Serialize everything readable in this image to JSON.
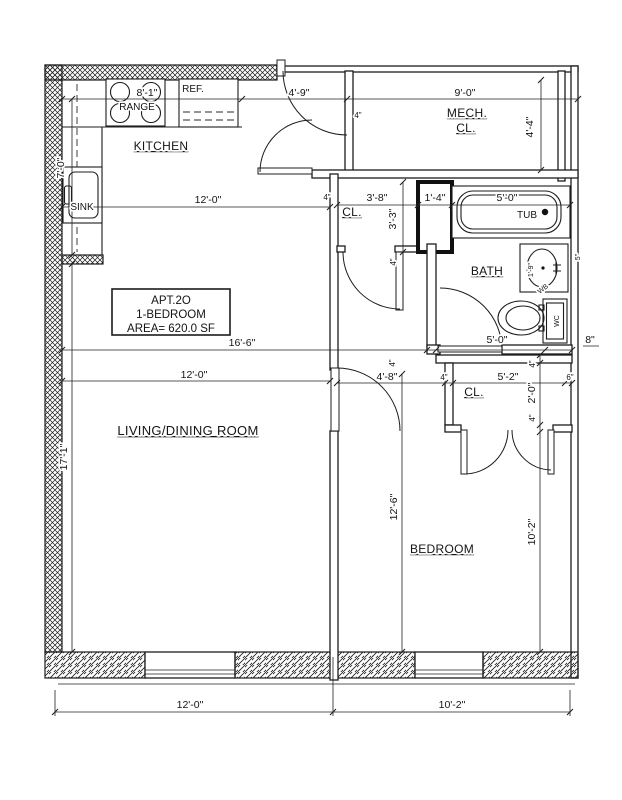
{
  "colors": {
    "ink": "#1c1c1c",
    "paper": "#ffffff"
  },
  "title_box": {
    "apt": "APT.2O",
    "type": "1-BEDROOM",
    "area": "AREA=  620.0 SF"
  },
  "rooms": {
    "kitchen": "KITCHEN",
    "mech_line1": "MECH.",
    "mech_line2": "CL.",
    "hall_closet": "CL.",
    "bath": "BATH",
    "living": "LIVING/DINING ROOM",
    "bedroom": "BEDROOM",
    "bedroom_closet": "CL."
  },
  "fixtures": {
    "range": "RANGE",
    "refrigerator": "REF.",
    "sink": "SINK",
    "tub": "TUB",
    "wash_basin": "WB",
    "toilet": "WC"
  },
  "dims": {
    "kitchen_width": "8'-1\"",
    "entry_width": "4'-9\"",
    "entry_wall": "4\"",
    "mech_width": "9'-0\"",
    "mech_depth": "4'-4\"",
    "kitchen_run": "12'-0\"",
    "kitchen_depth": "7'-0\"",
    "closet_row_wall": "4\"",
    "hall_closet_width": "3'-8\"",
    "hall_closet_depth": "3'-3\"",
    "shaft_width": "1'-4\"",
    "tub_length": "5'-0\"",
    "closet_door_wall": "4\"",
    "vanity_width": "1'-9\"",
    "vanity_side": "5\"",
    "toilet_run": "5'-0\"",
    "toilet_offset": "8\"",
    "unit_width": "16'-6\"",
    "living_width": "12'-0\"",
    "hall_width": "4'-8\"",
    "hall_wall": "4\"",
    "bath_wall": "4\"",
    "bcloset_west_wall": "4\"",
    "bcloset_width": "5'-2\"",
    "bcloset_depth": "2'-0\"",
    "bcloset_south_wall": "4\"",
    "east_wall": "6\"",
    "living_depth": "17'-1\"",
    "bedroom_length": "12'-6\"",
    "bedroom_depth": "10'-2\"",
    "living_width_bottom": "12'-0\"",
    "bedroom_width_bottom": "10'-2\""
  }
}
